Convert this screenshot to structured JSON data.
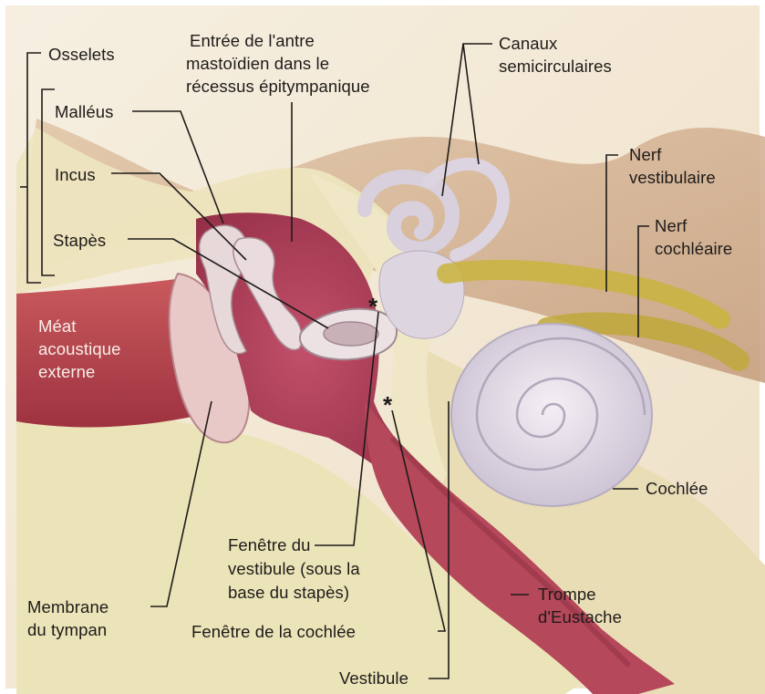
{
  "labels": {
    "osselets": "Osselets",
    "malleus": "Malléus",
    "incus": "Incus",
    "stapes": "Stapès",
    "meat": [
      "Méat",
      "acoustique",
      "externe"
    ],
    "entree": [
      "Entrée de l'antre",
      "mastoïdien dans le",
      "récessus épitympanique"
    ],
    "canaux": [
      "Canaux",
      "semicirculaires"
    ],
    "nerf_vestibulaire": [
      "Nerf",
      "vestibulaire"
    ],
    "nerf_cochleaire": [
      "Nerf",
      "cochléaire"
    ],
    "cochlee": "Cochlée",
    "fenetre_vestibule": [
      "Fenêtre du",
      "vestibule (sous la",
      "base du stapès)"
    ],
    "membrane": [
      "Membrane",
      "du tympan"
    ],
    "fenetre_cochlee": "Fenêtre de la cochlée",
    "trompe": [
      "Trompe",
      "d'Eustache"
    ],
    "vestibule": "Vestibule"
  },
  "colors": {
    "background": "#f3ead9",
    "bone": "#ebe3bb",
    "flesh": "#cfa888",
    "canal": "#b8474e",
    "cavity": "#b03a55",
    "ossicle": "#e6d6d8",
    "labyrinth": "#ddd6e2",
    "nerve": "#c8b23c",
    "line": "#1e1b19"
  },
  "markers": [
    "*",
    "*"
  ]
}
